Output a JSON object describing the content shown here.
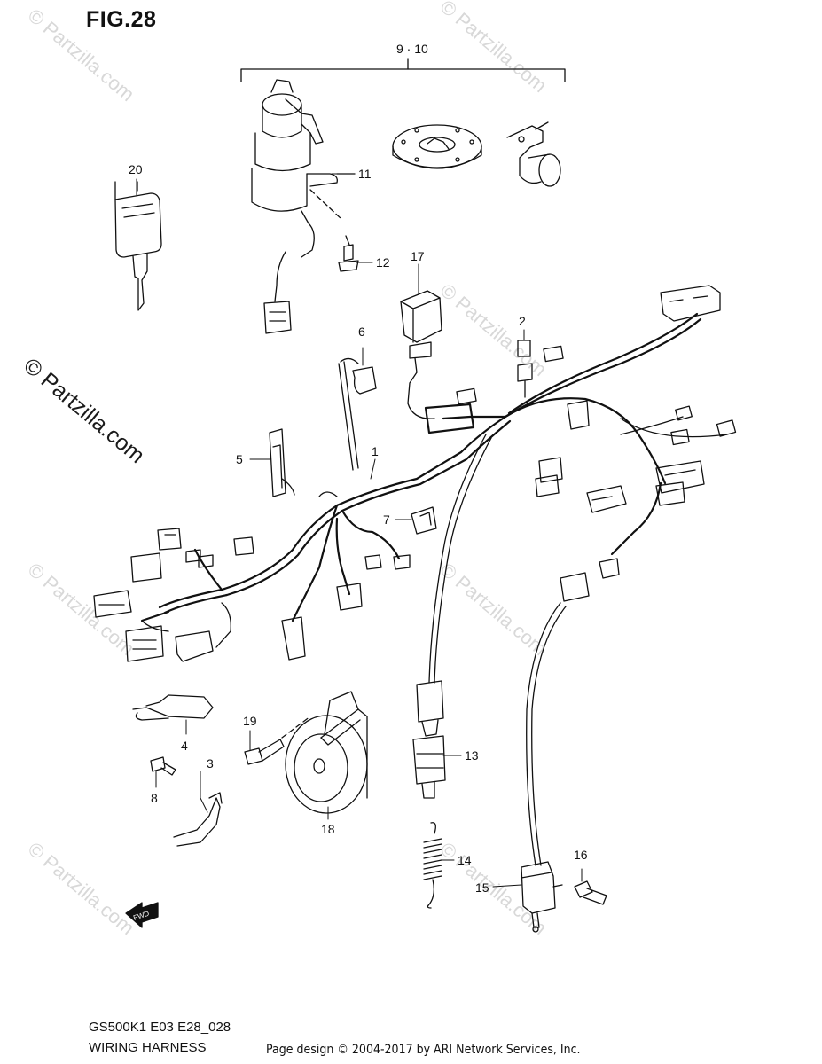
{
  "figure": {
    "title": "FIG.28",
    "model_code": "GS500K1 E03 E28_028",
    "name": "WIRING HARNESS",
    "copyright": "Page design © 2004-2017 by ARI Network Services, Inc.",
    "watermark": "© Partzilla.com"
  },
  "callouts": [
    {
      "id": "c1",
      "label": "1"
    },
    {
      "id": "c2",
      "label": "2"
    },
    {
      "id": "c3",
      "label": "3"
    },
    {
      "id": "c4",
      "label": "4"
    },
    {
      "id": "c5",
      "label": "5"
    },
    {
      "id": "c6",
      "label": "6"
    },
    {
      "id": "c7",
      "label": "7"
    },
    {
      "id": "c8",
      "label": "8"
    },
    {
      "id": "c910",
      "label": "9 · 10"
    },
    {
      "id": "c11",
      "label": "11"
    },
    {
      "id": "c12",
      "label": "12"
    },
    {
      "id": "c13",
      "label": "13"
    },
    {
      "id": "c14",
      "label": "14"
    },
    {
      "id": "c15",
      "label": "15"
    },
    {
      "id": "c16",
      "label": "16"
    },
    {
      "id": "c17",
      "label": "17"
    },
    {
      "id": "c18",
      "label": "18"
    },
    {
      "id": "c19",
      "label": "19"
    },
    {
      "id": "c20",
      "label": "20"
    }
  ],
  "fwd_label": "FWD"
}
